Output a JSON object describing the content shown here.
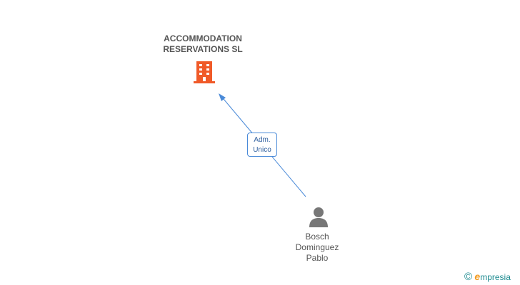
{
  "company": {
    "name_line1": "ACCOMMODATION",
    "name_line2": "RESERVATIONS SL",
    "icon": "building-icon",
    "color": "#f05a28"
  },
  "relation": {
    "role_line1": "Adm.",
    "role_line2": "Unico",
    "edge_color": "#4a8ad8"
  },
  "person": {
    "name_line1": "Bosch",
    "name_line2": "Dominguez",
    "name_line3": "Pablo",
    "icon": "person-icon",
    "color": "#777777"
  },
  "brand": {
    "copyright_symbol": "©",
    "logo_initial": "e",
    "logo_rest": "mpresia"
  }
}
